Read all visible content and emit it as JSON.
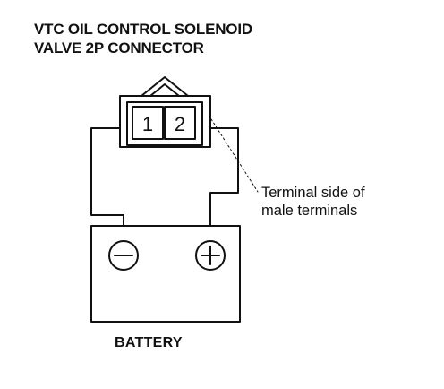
{
  "title": {
    "line1": "VTC OIL CONTROL SOLENOID",
    "line2": "VALVE 2P CONNECTOR"
  },
  "connector": {
    "pin1": "1",
    "pin2": "2"
  },
  "callout": {
    "line1": "Terminal side of",
    "line2": "male terminals"
  },
  "battery": {
    "label": "BATTERY"
  },
  "colors": {
    "ink": "#111111",
    "background": "#ffffff"
  }
}
